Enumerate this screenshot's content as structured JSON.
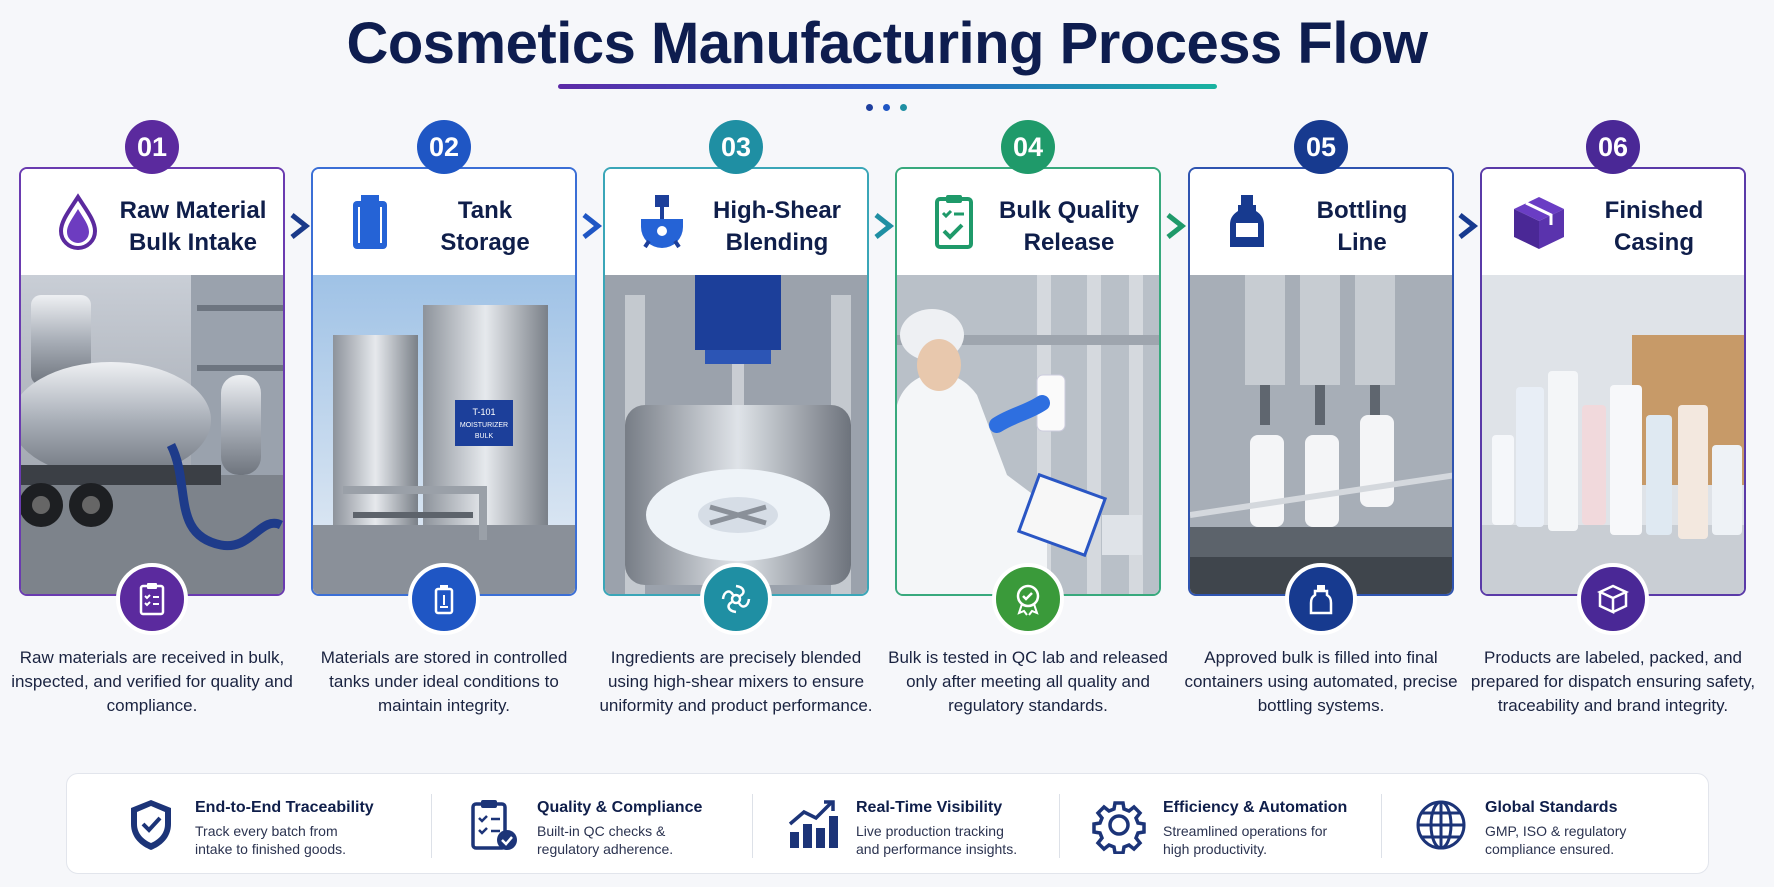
{
  "title": "Cosmetics Manufacturing Process Flow",
  "colors": {
    "navy": "#0e1d4f",
    "purple": "#5b2a9e",
    "blue": "#1f56c4",
    "teal": "#1f8fa3",
    "green": "#1f9a6a",
    "dark_blue": "#173a8f",
    "violet": "#4a2896"
  },
  "steps": [
    {
      "number": "01",
      "title_line1": "Raw Material",
      "title_line2": "Bulk Intake",
      "head_icon": "droplet-icon",
      "round_icon": "clipboard-checklist-icon",
      "photo": "tanker-truck-photo",
      "description": "Raw materials are received in bulk, inspected, and verified for quality and compliance.",
      "color": "#5b2a9e"
    },
    {
      "number": "02",
      "title_line1": "Tank",
      "title_line2": "Storage",
      "head_icon": "storage-tank-icon",
      "round_icon": "tank-icon",
      "photo": "storage-tanks-photo",
      "tank_label": [
        "T-101",
        "MOISTURIZER",
        "BULK"
      ],
      "description": "Materials are stored in controlled tanks under ideal conditions to maintain integrity.",
      "color": "#1f56c4"
    },
    {
      "number": "03",
      "title_line1": "High-Shear",
      "title_line2": "Blending",
      "head_icon": "mixer-icon",
      "round_icon": "swirl-icon",
      "photo": "mixer-vessel-photo",
      "description": "Ingredients are precisely blended using high-shear mixers to ensure uniformity and product performance.",
      "color": "#1f8fa3"
    },
    {
      "number": "04",
      "title_line1": "Bulk Quality",
      "title_line2": "Release",
      "head_icon": "clipboard-check-icon",
      "round_icon": "award-badge-icon",
      "photo": "qc-lab-photo",
      "description": "Bulk is tested in QC lab and released only after meeting all quality and regulatory standards.",
      "color": "#1f9a6a"
    },
    {
      "number": "05",
      "title_line1": "Bottling",
      "title_line2": "Line",
      "head_icon": "bottle-icon",
      "round_icon": "bottle-icon",
      "photo": "bottling-line-photo",
      "description": "Approved bulk is filled into final containers using automated, precise bottling systems.",
      "color": "#173a8f"
    },
    {
      "number": "06",
      "title_line1": "Finished",
      "title_line2": "Casing",
      "head_icon": "box-icon",
      "round_icon": "box-icon",
      "photo": "finished-products-photo",
      "description": "Products are labeled, packed, and prepared for dispatch ensuring safety, traceability and brand integrity.",
      "color": "#4a2896"
    }
  ],
  "features": [
    {
      "icon": "shield-check-icon",
      "title": "End-to-End Traceability",
      "desc_line1": "Track every batch from",
      "desc_line2": "intake to finished goods."
    },
    {
      "icon": "clipboard-check-icon",
      "title": "Quality & Compliance",
      "desc_line1": "Built-in QC checks &",
      "desc_line2": "regulatory adherence."
    },
    {
      "icon": "bar-chart-icon",
      "title": "Real-Time Visibility",
      "desc_line1": "Live production tracking",
      "desc_line2": "and performance insights."
    },
    {
      "icon": "gear-icon",
      "title": "Efficiency & Automation",
      "desc_line1": "Streamlined operations for",
      "desc_line2": "high productivity."
    },
    {
      "icon": "globe-icon",
      "title": "Global Standards",
      "desc_line1": "GMP, ISO & regulatory",
      "desc_line2": "compliance ensured."
    }
  ]
}
